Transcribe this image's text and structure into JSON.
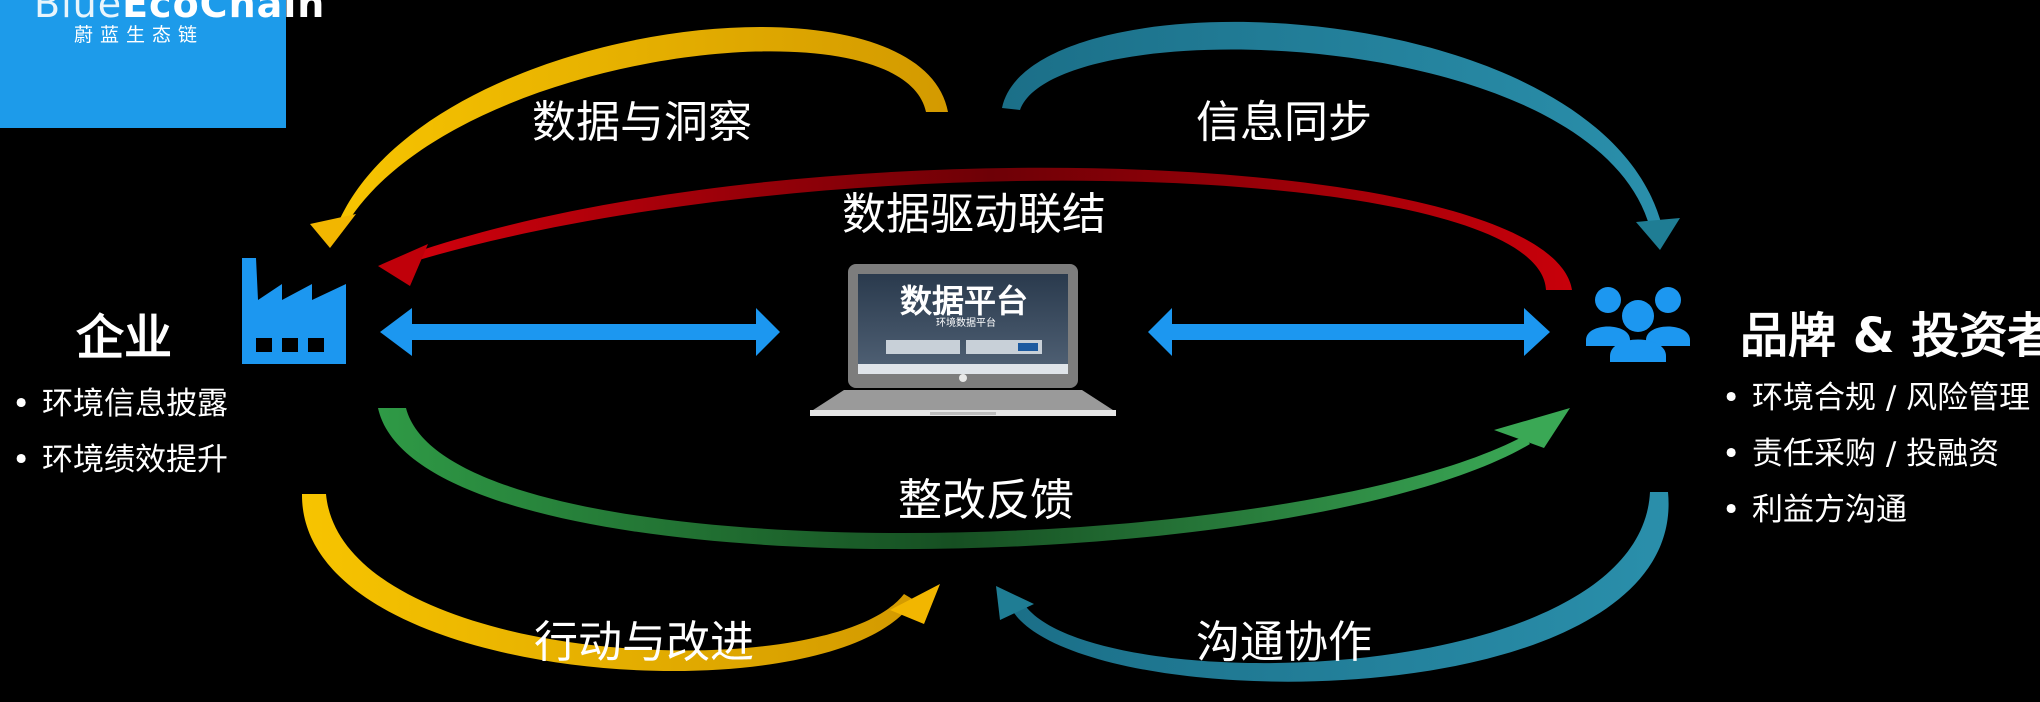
{
  "logo": {
    "brand_thin": "Blue",
    "brand_bold": "EcoChain",
    "subtitle": "蔚蓝生态链"
  },
  "labels": {
    "top_left": "数据与洞察",
    "top_right": "信息同步",
    "center_top": "数据驱动联结",
    "center_bottom": "整改反馈",
    "bottom_left": "行动与改进",
    "bottom_right": "沟通协作"
  },
  "enterprise": {
    "title": "企业",
    "icon": "factory-icon",
    "items": [
      "环境信息披露",
      "环境绩效提升"
    ]
  },
  "stakeholders": {
    "title": "品牌 & 投资者",
    "icon": "people-icon",
    "items": [
      "环境合规 / 风险管理",
      "责任采购 / 投融资",
      "利益方沟通"
    ]
  },
  "platform": {
    "icon": "laptop-icon",
    "screen_title": "数据平台",
    "screen_subtitle": "环境数据平台"
  },
  "colors": {
    "logo_bg": "#1d9bea",
    "gold": "#f2b600",
    "teal": "#1f7d94",
    "red": "#c0000a",
    "green": "#2e9a46",
    "blue": "#1c97f0"
  }
}
